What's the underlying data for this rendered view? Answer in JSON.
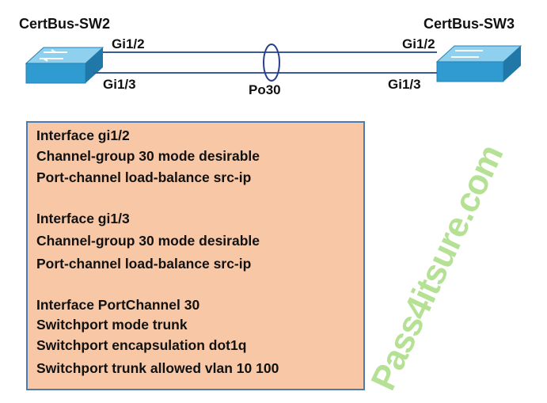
{
  "devices": [
    {
      "name": "CertBus-SW2"
    },
    {
      "name": "CertBus-SW3"
    }
  ],
  "links": {
    "left_ports": [
      "Gi1/2",
      "Gi1/3"
    ],
    "right_ports": [
      "Gi1/2",
      "Gi1/3"
    ],
    "bundle_label": "Po30"
  },
  "config": {
    "blocks": [
      [
        "Interface gi1/2",
        "Channel-group 30 mode desirable",
        "Port-channel load-balance src-ip"
      ],
      [
        "Interface gi1/3",
        "Channel-group 30 mode desirable",
        "Port-channel load-balance src-ip"
      ],
      [
        "Interface PortChannel 30",
        "Switchport mode trunk",
        "Switchport encapsulation dot1q",
        "Switchport trunk allowed vlan 10 100"
      ]
    ]
  },
  "watermark": "Pass4itsure.com",
  "colors": {
    "box_fill": "#f8c8a6",
    "box_border": "#4a7cb2",
    "link": "#3a5a9a",
    "switch": "#2f9bd0"
  }
}
